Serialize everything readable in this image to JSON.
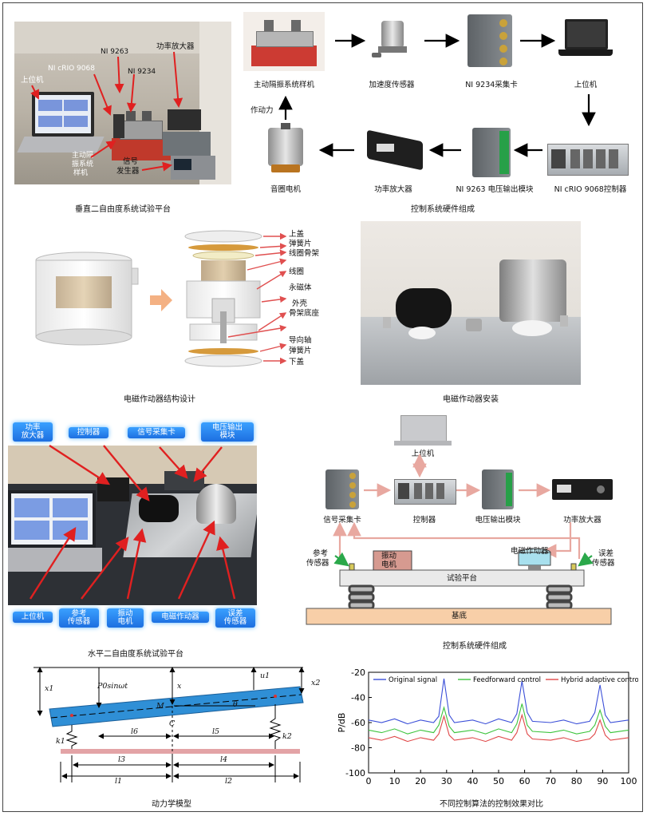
{
  "panel1": {
    "caption": "垂直二自由度系统试验平台",
    "labels": {
      "host": "上位机",
      "crio": "NI cRIO 9068",
      "ni9263": "NI 9263",
      "ni9234": "NI 9234",
      "amp": "功率放大器",
      "sample_l1": "主动隔",
      "sample_l2": "振系统",
      "sample_l3": "样机",
      "sig_l1": "信号",
      "sig_l2": "发生器"
    }
  },
  "panel2": {
    "caption": "控制系统硬件组成",
    "nodes": {
      "prototype": "主动隔振系统样机",
      "accel": "加速度传感器",
      "ni9234": "NI 9234采集卡",
      "host": "上位机",
      "crio": "NI cRIO 9068控制器",
      "ni9263": "NI 9263 电压输出模块",
      "amp": "功率放大器",
      "vcm": "音圈电机"
    },
    "force_label": "作动力"
  },
  "panel3": {
    "caption": "电磁作动器结构设计",
    "parts": [
      "上盖",
      "弹簧片",
      "线圈骨架",
      "线圈",
      "永磁体",
      "外壳",
      "骨架底座",
      "导向轴",
      "弹簧片",
      "下盖"
    ]
  },
  "panel4": {
    "caption": "电磁作动器安装"
  },
  "panel5": {
    "caption": "水平二自由度系统试验平台",
    "top_tags": [
      {
        "l1": "功率",
        "l2": "放大器"
      },
      {
        "l1": "控制器",
        "l2": ""
      },
      {
        "l1": "信号采集卡",
        "l2": ""
      },
      {
        "l1": "电压输出",
        "l2": "模块"
      }
    ],
    "bottom_tags": [
      {
        "l1": "上位机",
        "l2": ""
      },
      {
        "l1": "参考",
        "l2": "传感器"
      },
      {
        "l1": "振动",
        "l2": "电机"
      },
      {
        "l1": "电磁作动器",
        "l2": ""
      },
      {
        "l1": "误差",
        "l2": "传感器"
      }
    ]
  },
  "panel6": {
    "caption": "控制系统硬件组成",
    "host": "上位机",
    "acq": "信号采集卡",
    "ctrl": "控制器",
    "vout": "电压输出模块",
    "amp": "功率放大器",
    "ref_l1": "参考",
    "ref_l2": "传感器",
    "err_l1": "误差",
    "err_l2": "传感器",
    "motor_l1": "振动",
    "motor_l2": "电机",
    "actuator": "电磁作动器",
    "platform": "试验平台",
    "base": "基底"
  },
  "panel7": {
    "caption": "动力学模型",
    "symbols": {
      "x1": "x1",
      "x2": "x2",
      "x": "x",
      "u1": "u1",
      "force": "P0sinωt",
      "M": "M",
      "C": "C",
      "theta": "θ",
      "k1": "k1",
      "k2": "k2",
      "l1": "l1",
      "l2": "l2",
      "l3": "l3",
      "l4": "l4",
      "l5": "l5",
      "l6": "l6"
    }
  },
  "panel8": {
    "caption": "不同控制算法的控制效果对比"
  },
  "chart_data": {
    "type": "line",
    "title": "",
    "xlabel": "",
    "ylabel": "P/dB",
    "xlim": [
      0,
      100
    ],
    "ylim": [
      -100,
      -20
    ],
    "xticks": [
      0,
      10,
      20,
      30,
      40,
      50,
      60,
      70,
      80,
      90,
      100
    ],
    "yticks": [
      -20,
      -40,
      -60,
      -80,
      -100
    ],
    "legend_position": "top",
    "series": [
      {
        "name": "Original signal",
        "color": "#3b4fd8",
        "x": [
          0,
          5,
          10,
          15,
          20,
          25,
          27,
          29,
          31,
          33,
          40,
          45,
          50,
          55,
          57,
          59,
          61,
          63,
          70,
          75,
          80,
          85,
          87,
          89,
          91,
          93,
          100
        ],
        "y": [
          -58,
          -60,
          -57,
          -61,
          -58,
          -60,
          -55,
          -25,
          -54,
          -60,
          -58,
          -61,
          -57,
          -60,
          -53,
          -27,
          -52,
          -59,
          -60,
          -58,
          -61,
          -59,
          -52,
          -30,
          -54,
          -60,
          -58
        ]
      },
      {
        "name": "Feedforward control",
        "color": "#3dc43d",
        "x": [
          0,
          5,
          10,
          15,
          20,
          25,
          27,
          29,
          31,
          33,
          40,
          45,
          50,
          55,
          57,
          59,
          61,
          63,
          70,
          75,
          80,
          85,
          87,
          89,
          91,
          93,
          100
        ],
        "y": [
          -66,
          -68,
          -65,
          -69,
          -66,
          -68,
          -62,
          -48,
          -63,
          -68,
          -66,
          -69,
          -65,
          -68,
          -61,
          -45,
          -62,
          -67,
          -68,
          -66,
          -69,
          -67,
          -62,
          -50,
          -63,
          -68,
          -66
        ]
      },
      {
        "name": "Hybrid adaptive control",
        "color": "#e04848",
        "x": [
          0,
          5,
          10,
          15,
          20,
          25,
          27,
          29,
          31,
          33,
          40,
          45,
          50,
          55,
          57,
          59,
          61,
          63,
          70,
          75,
          80,
          85,
          87,
          89,
          91,
          93,
          100
        ],
        "y": [
          -72,
          -74,
          -71,
          -75,
          -72,
          -74,
          -69,
          -55,
          -70,
          -74,
          -72,
          -75,
          -71,
          -74,
          -68,
          -54,
          -69,
          -73,
          -74,
          -72,
          -75,
          -73,
          -69,
          -58,
          -70,
          -74,
          -72
        ]
      }
    ]
  }
}
